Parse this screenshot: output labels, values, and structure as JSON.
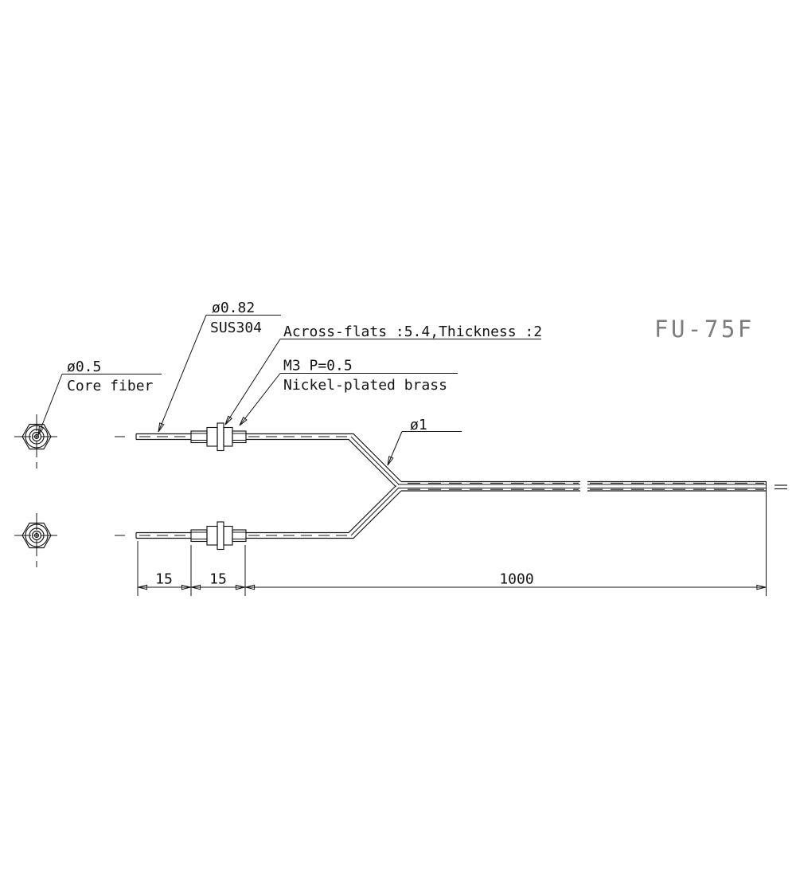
{
  "drawing": {
    "title": "FU-75F",
    "labels": {
      "core_diameter": "ø0.5",
      "core_fiber": "Core fiber",
      "tip_diameter": "ø0.82",
      "tip_material": "SUS304",
      "across_flats": "Across-flats :5.4,Thickness :2",
      "thread_spec": "M3 P=0.5",
      "thread_material": "Nickel-plated brass",
      "cable_diameter": "ø1"
    },
    "dimensions": {
      "tip_length": "15",
      "connector_length": "15",
      "cable_length": "1000"
    },
    "colors": {
      "line": "#141414",
      "title": "#7d7d7d",
      "background": "#ffffff"
    }
  }
}
